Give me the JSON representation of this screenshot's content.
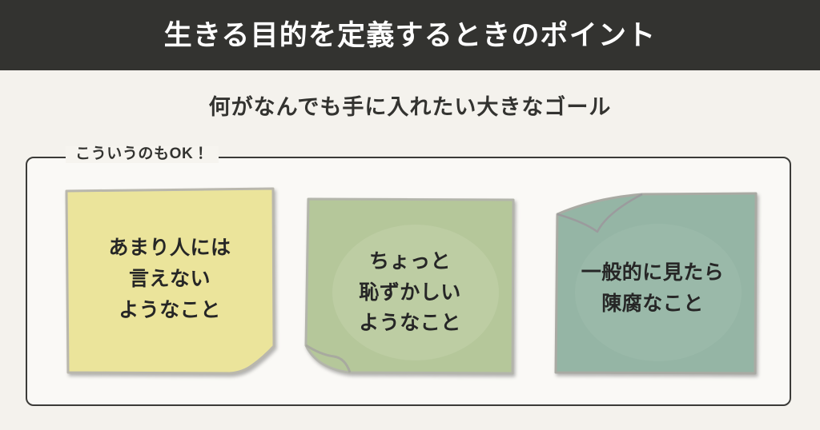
{
  "header": {
    "title": "生きる目的を定義するときのポイント",
    "background_color": "#333330",
    "text_color": "#ffffff"
  },
  "subtitle": {
    "text": "何がなんでも手に入れたい大きなゴール",
    "text_color": "#333330"
  },
  "panel": {
    "legend": "こういうのもOK！",
    "border_color": "#3b3b38",
    "background_color": "#faf9f6"
  },
  "page": {
    "background_color": "#f4f2ed"
  },
  "notes": [
    {
      "id": "note-amari-hito-niwa",
      "lines": [
        "あまり人には",
        "言えない",
        "ようなこと"
      ],
      "text": "あまり人には\n言えない\nようなこと",
      "color": "#ebe49b",
      "fold": "bottom-right",
      "text_color": "#262626"
    },
    {
      "id": "note-chotto-hazukashii",
      "lines": [
        "ちょっと",
        "恥ずかしい",
        "ようなこと"
      ],
      "text": "ちょっと\n恥ずかしい\nようなこと",
      "color": "#b5c79a",
      "fold": "bottom-left",
      "text_color": "#262626"
    },
    {
      "id": "note-ippanteki-chinpu",
      "lines": [
        "一般的に見たら",
        "陳腐なこと"
      ],
      "text": "一般的に見たら\n陳腐なこと",
      "color": "#95b5a5",
      "fold": "top-left",
      "text_color": "#262626"
    }
  ]
}
